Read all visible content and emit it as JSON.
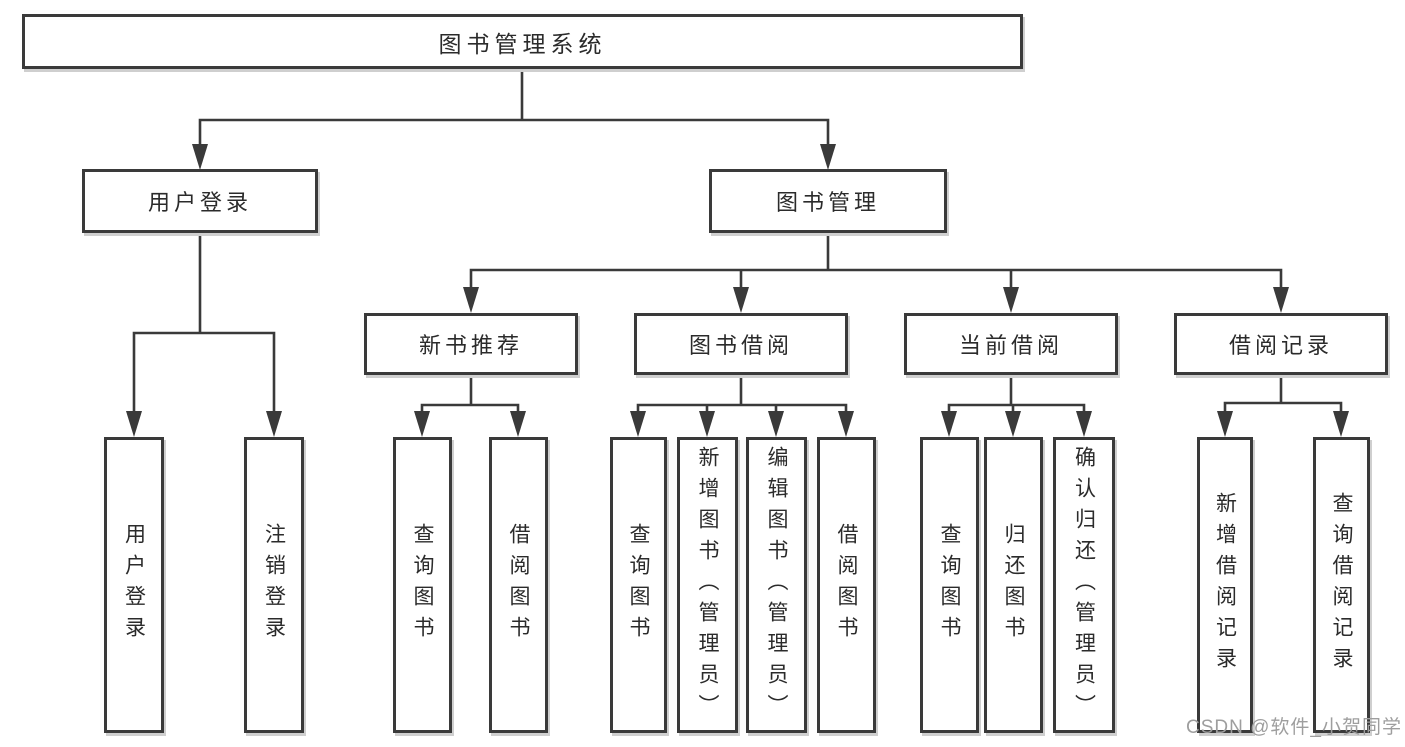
{
  "diagram": {
    "root": {
      "label": "图书管理系统"
    },
    "level2": {
      "user_login": {
        "label": "用户登录"
      },
      "book_mgmt": {
        "label": "图书管理"
      }
    },
    "level3": {
      "new_books": {
        "label": "新书推荐"
      },
      "book_borrow": {
        "label": "图书借阅"
      },
      "current_borrow": {
        "label": "当前借阅"
      },
      "borrow_records": {
        "label": "借阅记录"
      }
    },
    "leaves": {
      "user_login_action": {
        "label": "用户登录"
      },
      "logout_action": {
        "label": "注销登录"
      },
      "nb_query_books": {
        "label": "查询图书"
      },
      "nb_borrow_books": {
        "label": "借阅图书"
      },
      "bb_query_books": {
        "label": "查询图书"
      },
      "bb_add_books_admin": {
        "label": "新增图书（管理员）"
      },
      "bb_edit_books_admin": {
        "label": "编辑图书（管理员）"
      },
      "bb_borrow_books": {
        "label": "借阅图书"
      },
      "cb_query_books": {
        "label": "查询图书"
      },
      "cb_return_books": {
        "label": "归还图书"
      },
      "cb_confirm_return_admin": {
        "label": "确认归还（管理员）"
      },
      "rec_add_record": {
        "label": "新增借阅记录"
      },
      "rec_query_record": {
        "label": "查询借阅记录"
      }
    }
  },
  "watermark": {
    "text": "CSDN @软件_小贺同学"
  },
  "colors": {
    "line": "#3a3a3a",
    "text": "#2b2b2b",
    "watermark": "#9e9e9e",
    "background": "#ffffff"
  }
}
